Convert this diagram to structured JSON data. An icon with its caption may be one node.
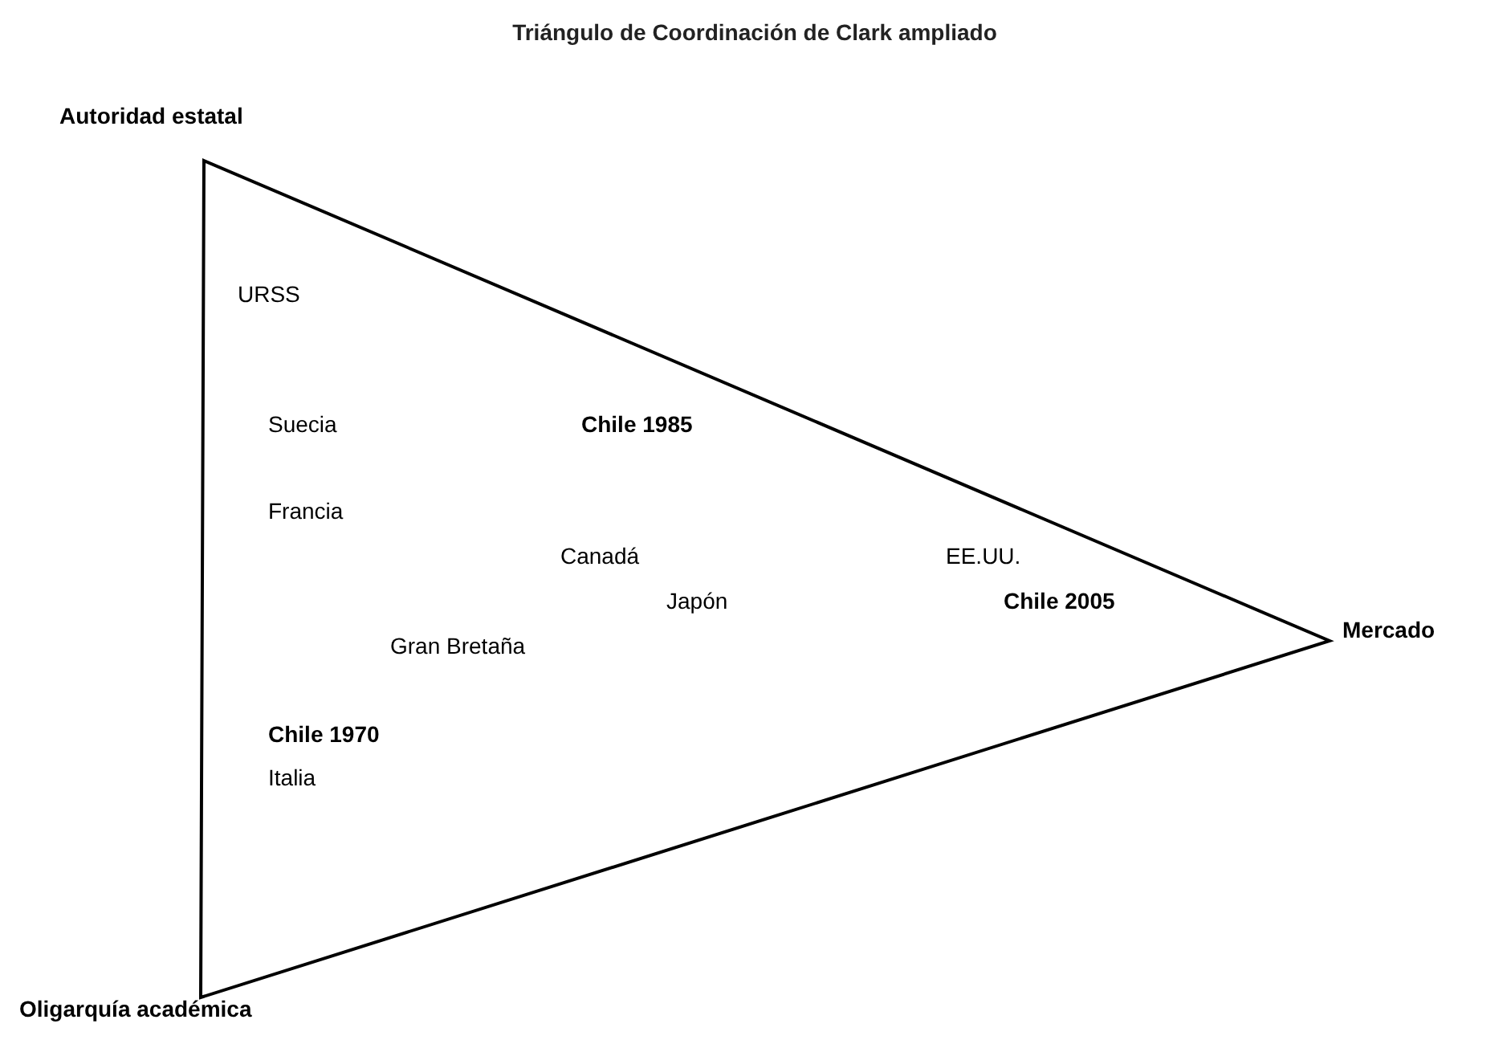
{
  "diagram": {
    "title": "Triángulo de Coordinación de Clark ampliado",
    "labels": [
      "Autoridad estatal",
      "URSS",
      "Suecia",
      "Chile 1985",
      "Francia",
      "Canadá",
      "EE.UU.",
      "Japón",
      "Chile 2005",
      "Mercado",
      "Gran Bretaña",
      "Chile 1970",
      "Italia",
      "Oligarquía académica"
    ]
  }
}
